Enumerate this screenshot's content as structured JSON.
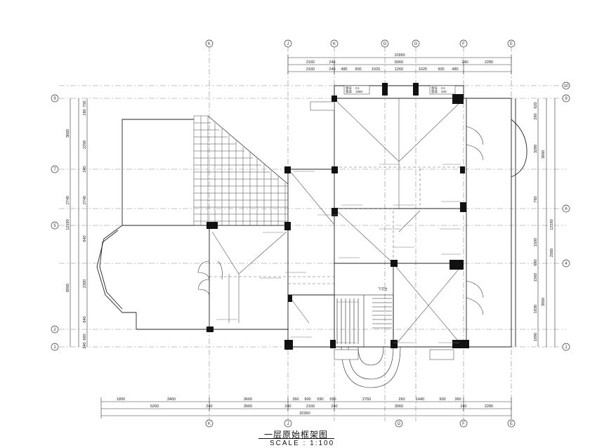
{
  "drawing": {
    "title": "一层原始框架图",
    "scale_label": "SCALE",
    "scale_sep": ":",
    "scale_value": "1:100"
  },
  "axes": {
    "top": [
      "K",
      "J",
      "K",
      "G",
      "G",
      "F",
      "E"
    ],
    "bottom": [
      "K",
      "J",
      "G",
      "F",
      "E"
    ],
    "left": [
      "9",
      "7",
      "5",
      "2",
      "1"
    ],
    "right": [
      "10",
      "9",
      "6",
      "4",
      "1"
    ]
  },
  "top_dims": {
    "row1": [
      "10990"
    ],
    "row2": [
      "2160",
      "240",
      "6060",
      "240",
      "2280"
    ],
    "row3": [
      "2160",
      "240",
      "480",
      "900",
      "1020",
      "1260",
      "1020",
      "900",
      "480"
    ]
  },
  "bottom_dims": {
    "row1": [
      "1800",
      "3460",
      "3660",
      "360",
      "900",
      "590",
      "550",
      "2760",
      "260",
      "1440",
      "900",
      "360"
    ],
    "row2": [
      "5260",
      "240",
      "3660",
      "240",
      "2160",
      "240",
      "3060",
      "240",
      "2280"
    ],
    "row3": [
      "20360"
    ]
  },
  "left_dims": {
    "outer": [
      "3660",
      "2740",
      "12190",
      "8900"
    ],
    "inner": [
      "750",
      "180",
      "2290",
      "240",
      "2740",
      "840",
      "2300",
      "840",
      "660",
      "240"
    ]
  },
  "right_dims": {
    "outer": [
      "3660",
      "12190",
      "3950"
    ],
    "inner": [
      "620",
      "290",
      "3280",
      "760",
      "1500",
      "2560",
      "690",
      "1560",
      "1830",
      "1090"
    ]
  },
  "callouts": [
    "窗号",
    "C1",
    "窗高",
    "1550",
    "窗号",
    "C1",
    "窗高",
    "340",
    "下沉台"
  ]
}
